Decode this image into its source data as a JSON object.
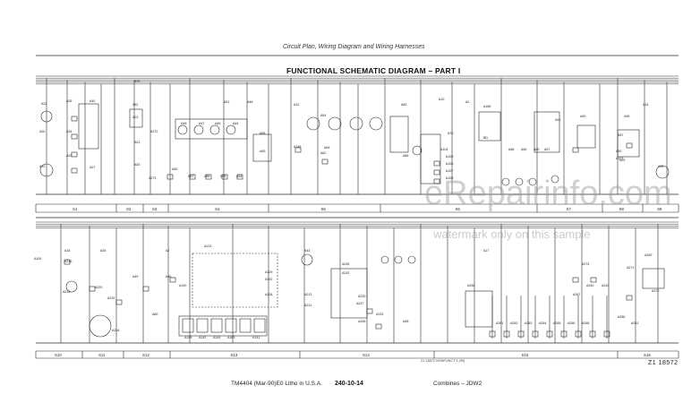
{
  "header": {
    "caption": "Circuit Plan, Wiring Diagram and Wiring Harnesses",
    "title": "FUNCTIONAL SCHEMATIC DIAGRAM – PART I"
  },
  "footer": {
    "manual": "TM4404 (Mar-90)E0 Litho in U.S.A.",
    "page": "240-10-14",
    "book": "Combines – JDW2",
    "drawing_number": "Z1 18572",
    "small_code": "Z1 18572 NONFUNCT 1 (90)"
  },
  "watermark": {
    "logo": "eRepairinfo.com",
    "note": "watermark only on this sample"
  },
  "sections_top": [
    "S1",
    "S2",
    "S3",
    "S4",
    "S5",
    "S6",
    "S7",
    "S8",
    "S9"
  ],
  "sections_bottom": [
    "S10",
    "S11",
    "S12",
    "S13",
    "S14",
    "S15",
    "S16"
  ],
  "labels_top": [
    "A31",
    "A35",
    "A30",
    "A34",
    "A33",
    "A32",
    "A40",
    "A37",
    "A52",
    "A23",
    "A272",
    "A53",
    "A273",
    "A50",
    "A48",
    "A47",
    "A45",
    "A44",
    "A46",
    "A67",
    "A56",
    "A55",
    "A54",
    "A12",
    "A248",
    "A64",
    "A62",
    "A83",
    "A10",
    "A2",
    "A185",
    "A104",
    "A105",
    "A106",
    "A107",
    "A108",
    "A76",
    "A58",
    "A59",
    "A60",
    "A57",
    "A91",
    "A90",
    "A95",
    "A87",
    "A92",
    "A123",
    "A93",
    "A14",
    "A94",
    "A25",
    "A51",
    "A68",
    "A69",
    "A64",
    "A23",
    "A86",
    "BD"
  ],
  "labels_bottom": [
    "A100",
    "A18",
    "A216",
    "A26",
    "A214",
    "A220",
    "A215",
    "A218",
    "A49",
    "A2",
    "A86",
    "A149",
    "A80",
    "A131",
    "A129",
    "A132",
    "A128",
    "A145",
    "A142",
    "A144",
    "A163",
    "A141",
    "A43",
    "A211",
    "A213",
    "A245",
    "A243",
    "A247",
    "A230",
    "A233",
    "A246",
    "A58",
    "A17",
    "A274",
    "A267",
    "A240",
    "A242",
    "A271",
    "A269",
    "A270",
    "A261",
    "A262",
    "A263",
    "A264",
    "A265",
    "A266",
    "A268",
    "A280",
    "A281",
    "A258"
  ],
  "colors": {
    "line": "#2a2a2a",
    "grid": "#888888",
    "watermark": "#9a9a9a"
  }
}
